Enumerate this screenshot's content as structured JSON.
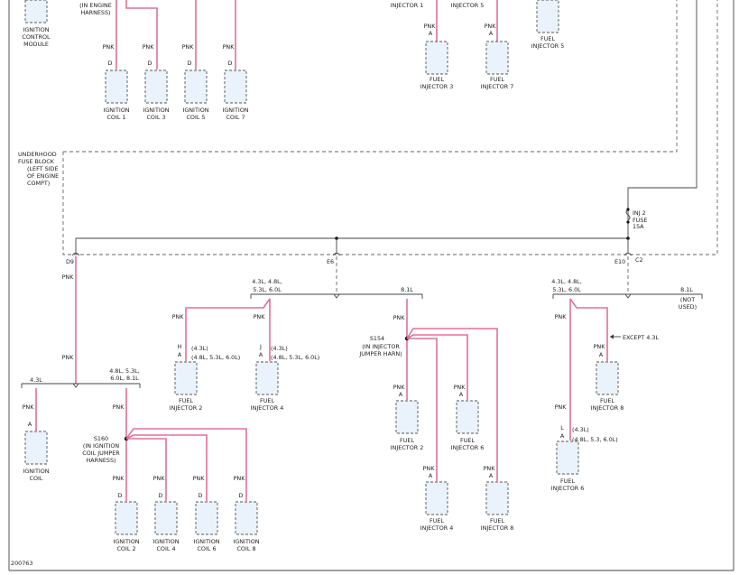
{
  "labels": {
    "ign_module_1": "IGNITION",
    "ign_module_2": "CONTROL",
    "ign_module_3": "MODULE",
    "engine_harness_1": "(IN ENGINE",
    "engine_harness_2": "HARNESS)",
    "pnk": "PNK",
    "pin_d": "D",
    "pin_a": "A",
    "pin_h": "H",
    "pin_j": "J",
    "pin_l": "L",
    "ignition": "IGNITION",
    "ignition_coil": "IGNITION COIL",
    "coil1": "COIL 1",
    "coil2": "COIL 2",
    "coil3": "COIL 3",
    "coil4": "COIL 4",
    "coil5": "COIL 5",
    "coil6": "COIL 6",
    "coil7": "COIL 7",
    "coil8": "COIL 8",
    "coil": "COIL",
    "fuel": "FUEL",
    "injector1": "INJECTOR 1",
    "injector2": "INJECTOR 2",
    "injector3": "INJECTOR 3",
    "injector4": "INJECTOR 4",
    "injector5": "INJECTOR 5",
    "injector6": "INJECTOR 6",
    "injector7": "INJECTOR 7",
    "injector8": "INJECTOR 8",
    "fuse_block_1": "UNDERHOOD",
    "fuse_block_2": "FUSE BLOCK",
    "fuse_block_3": "(LEFT SIDE",
    "fuse_block_4": "OF ENGINE",
    "fuse_block_5": "COMPT)",
    "inj2": "INJ 2",
    "fuse_word": "FUSE",
    "fuse_amp": "15A",
    "d9": "D9",
    "e6": "E6",
    "e10": "E10",
    "c2": "C2",
    "eng_43": "4.3L",
    "eng_48_53_60_81": "4.8L, 5.3L,",
    "eng_60_81": "6.0L, 8.1L",
    "eng_43_48": "4.3L, 4.8L,",
    "eng_53_60": "5.3L, 6.0L",
    "eng_81": "8.1L",
    "not_used_1": "(NOT",
    "not_used_2": "USED)",
    "eng_43_paren": "(4.3L)",
    "eng_48_53_60_paren": "(4.8L, 5.3L, 6.0L)",
    "eng_48_53_60_short": "(4.8L, 5.3, 6.0L)",
    "s160": "S160",
    "s160_note_1": "(IN IGNITION",
    "s160_note_2": "COIL JUMPER",
    "s160_note_3": "HARNESS)",
    "s154": "S154",
    "s154_note_1": "(IN INJECTOR",
    "s154_note_2": "JUMPER HARN)",
    "except_43": "EXCEPT 4.3L",
    "fig_number": "200763"
  },
  "colors": {
    "wire_pink": "#e0709a",
    "component_fill": "#eaf3fb"
  }
}
